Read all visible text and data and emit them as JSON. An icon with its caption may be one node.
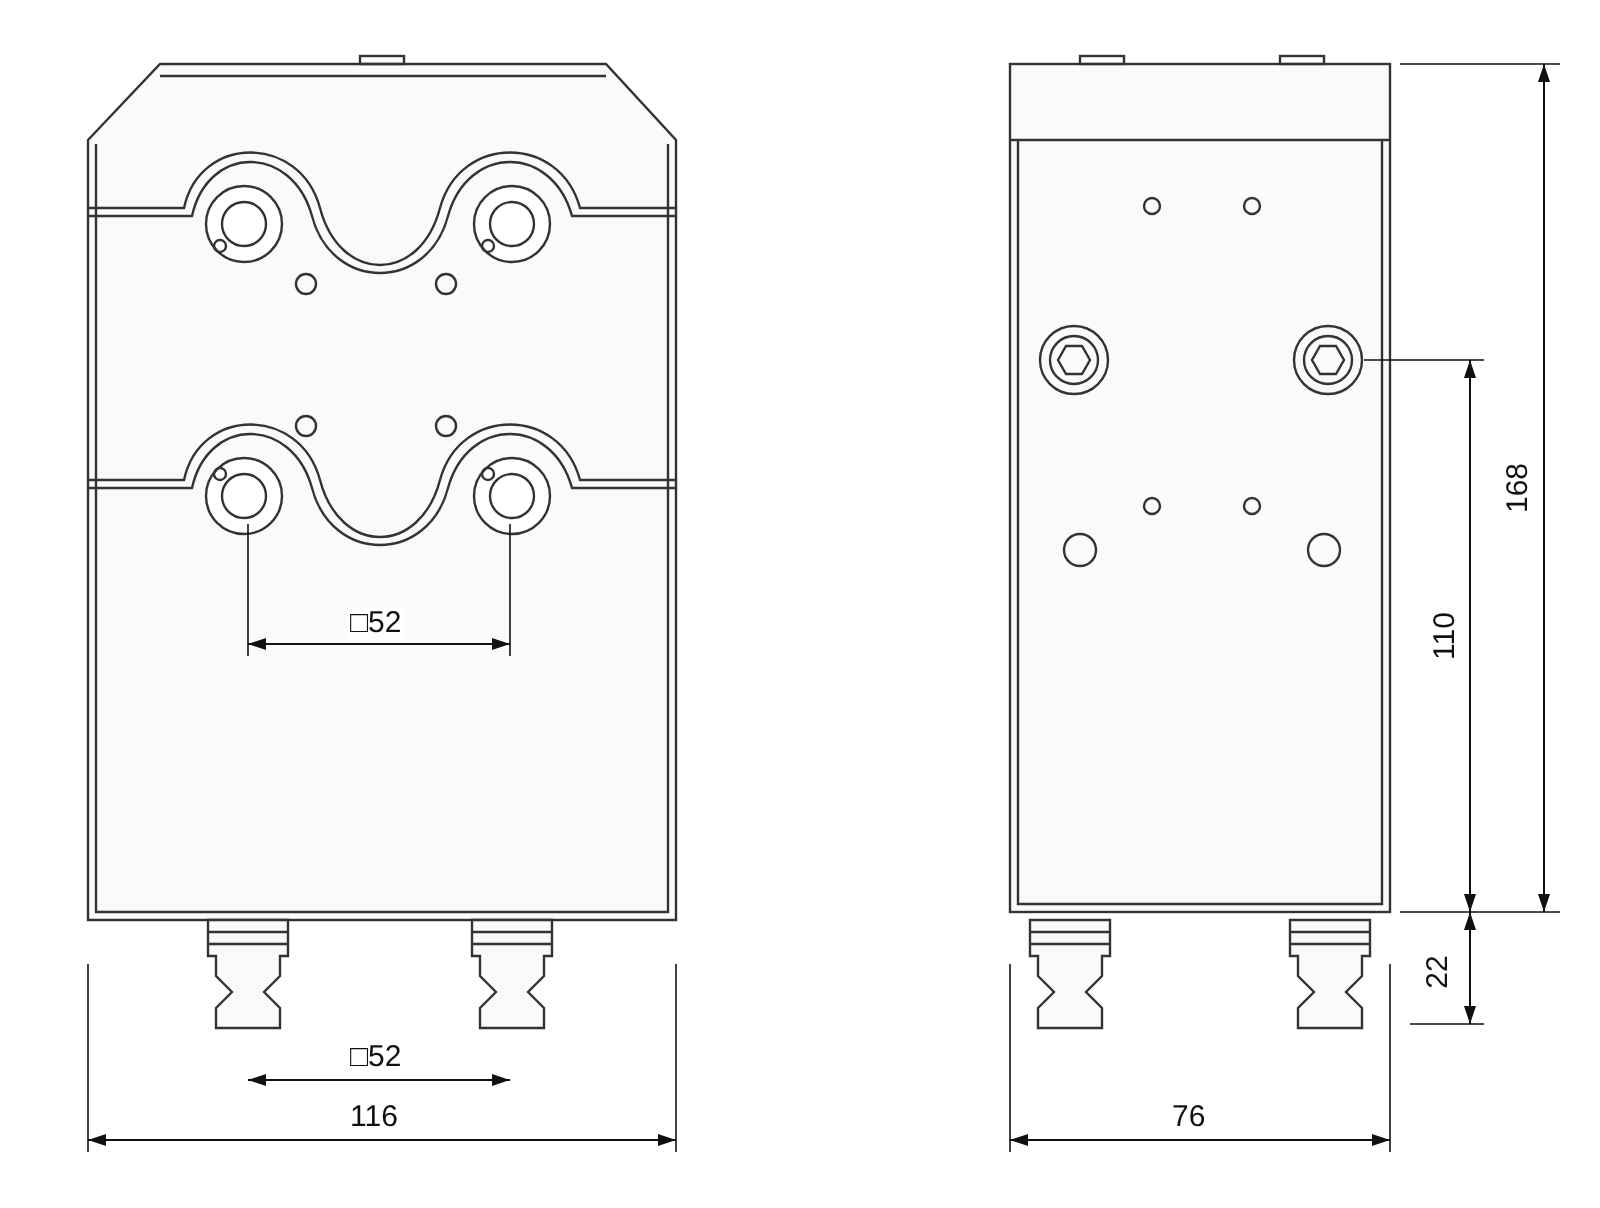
{
  "diagram": {
    "labels": [
      "□52",
      "□52",
      "116",
      "76",
      "168",
      "110",
      "22"
    ]
  }
}
